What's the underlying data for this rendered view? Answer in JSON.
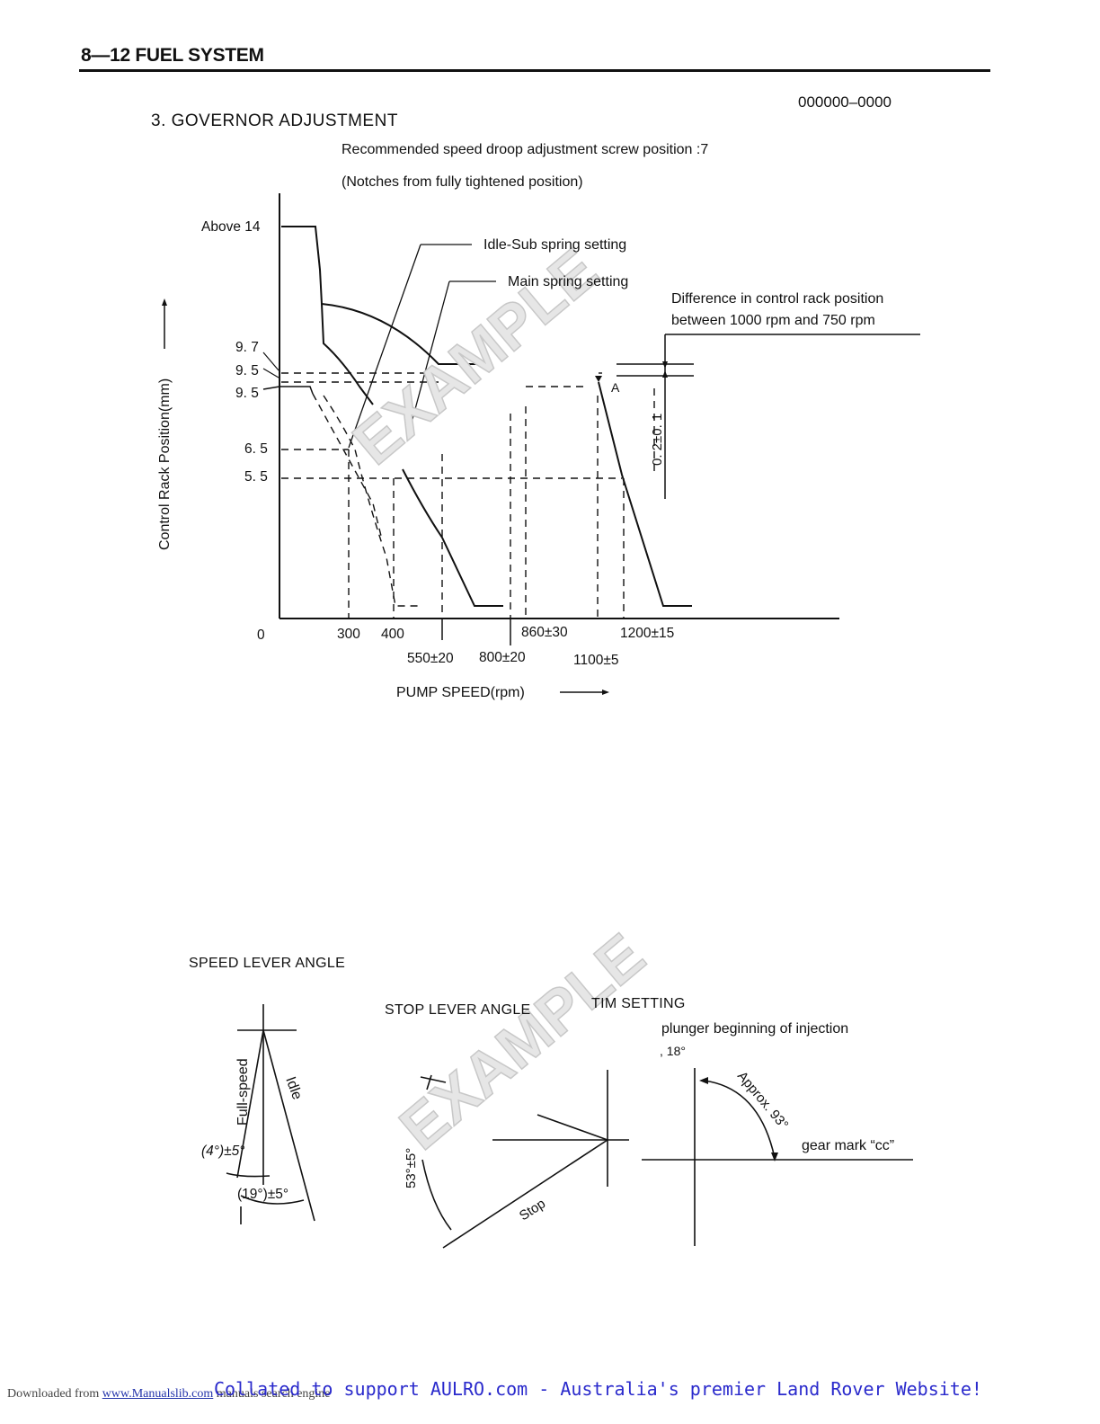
{
  "header": {
    "title": "8—12 FUEL SYSTEM",
    "doc_number": "000000–0000"
  },
  "section": {
    "title": "3. GOVERNOR ADJUSTMENT",
    "note_line1": "Recommended speed droop adjustment screw position :7",
    "note_line2": "(Notches from fully tightened position)"
  },
  "governor_chart": {
    "y_axis_label": "Control Rack Position(mm)",
    "x_axis_label": "PUMP SPEED(rpm)",
    "y_labels": {
      "above14": "Above 14",
      "y97": "9. 7",
      "y95a": "9. 5",
      "y95b": "9. 5",
      "y65": "6. 5",
      "y55": "5. 5"
    },
    "x_labels": {
      "zero": "0",
      "x300": "300",
      "x400": "400",
      "x550": "550±20",
      "x800": "800±20",
      "x860": "860±30",
      "x1100": "1100±5",
      "x1200": "1200±15"
    },
    "annotations": {
      "idle_sub": "Idle-Sub spring setting",
      "main_spring": "Main spring setting",
      "difference_line1": "Difference in control rack position",
      "difference_line2": "between 1000 rpm and 750 rpm",
      "tolerance": "0. 2±0. 1",
      "point_a": "A"
    },
    "watermark": "EXAMPLE"
  },
  "speed_lever": {
    "title": "SPEED LEVER ANGLE",
    "full_speed": "Full-speed",
    "idle": "Idle",
    "angle1": "(4°)±5°",
    "angle2": "(19°)±5°"
  },
  "stop_lever": {
    "title": "STOP LEVER ANGLE",
    "angle": "53°±5°",
    "stop": "Stop",
    "watermark": "EXAMPLE"
  },
  "timing": {
    "title": "TIM  SETTING",
    "line1": "plunger beginning of injection",
    "line2": ", 18°",
    "approx": "Approx. 93°",
    "gear_mark": "gear mark “cc”"
  },
  "footer": {
    "downloaded_prefix": "Downloaded from",
    "link": "www.Manualslib.com",
    "suffix": "manuals search engine",
    "collated": "Collated to support AULRO.com - Australia's premier Land Rover Website!"
  }
}
